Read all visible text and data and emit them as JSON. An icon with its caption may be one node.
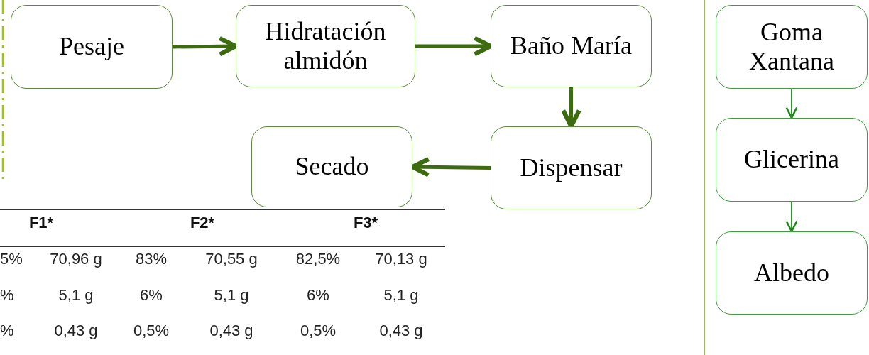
{
  "diagram": {
    "nodes": [
      {
        "text": [
          "Pesaje"
        ]
      },
      {
        "text": [
          "Hidratación almidón"
        ]
      },
      {
        "text": [
          "Baño María"
        ]
      },
      {
        "text": [
          "Dispensar"
        ]
      },
      {
        "text": [
          "Secado"
        ]
      },
      {
        "text": [
          "Goma Xantana"
        ]
      },
      {
        "text": [
          "Glicerina"
        ]
      },
      {
        "text": [
          "Albedo"
        ]
      }
    ],
    "edges": [
      {
        "from": 0,
        "to": 1,
        "arrow": "to"
      },
      {
        "from": 1,
        "to": 2,
        "arrow": "to"
      },
      {
        "from": 2,
        "to": 3,
        "arrow": "to"
      },
      {
        "from": 3,
        "to": 4,
        "arrow": "to"
      },
      {
        "from": 5,
        "to": 6,
        "arrow": "to",
        "color": "#1a8a1a"
      },
      {
        "from": 6,
        "to": 7,
        "arrow": "to",
        "color": "#1a8a1a"
      }
    ],
    "labels": [
      "F1*",
      "F2*",
      "F3*",
      "5%",
      "70,96 g",
      "83%",
      "70,55 g",
      "82,5%",
      "70,13 g",
      "%",
      "5,1 g",
      "6%",
      "5,1 g",
      "6%",
      "5,1 g",
      "%",
      "0,43 g",
      "0,5%",
      "0,43 g",
      "0,5%",
      "0,43 g"
    ]
  }
}
